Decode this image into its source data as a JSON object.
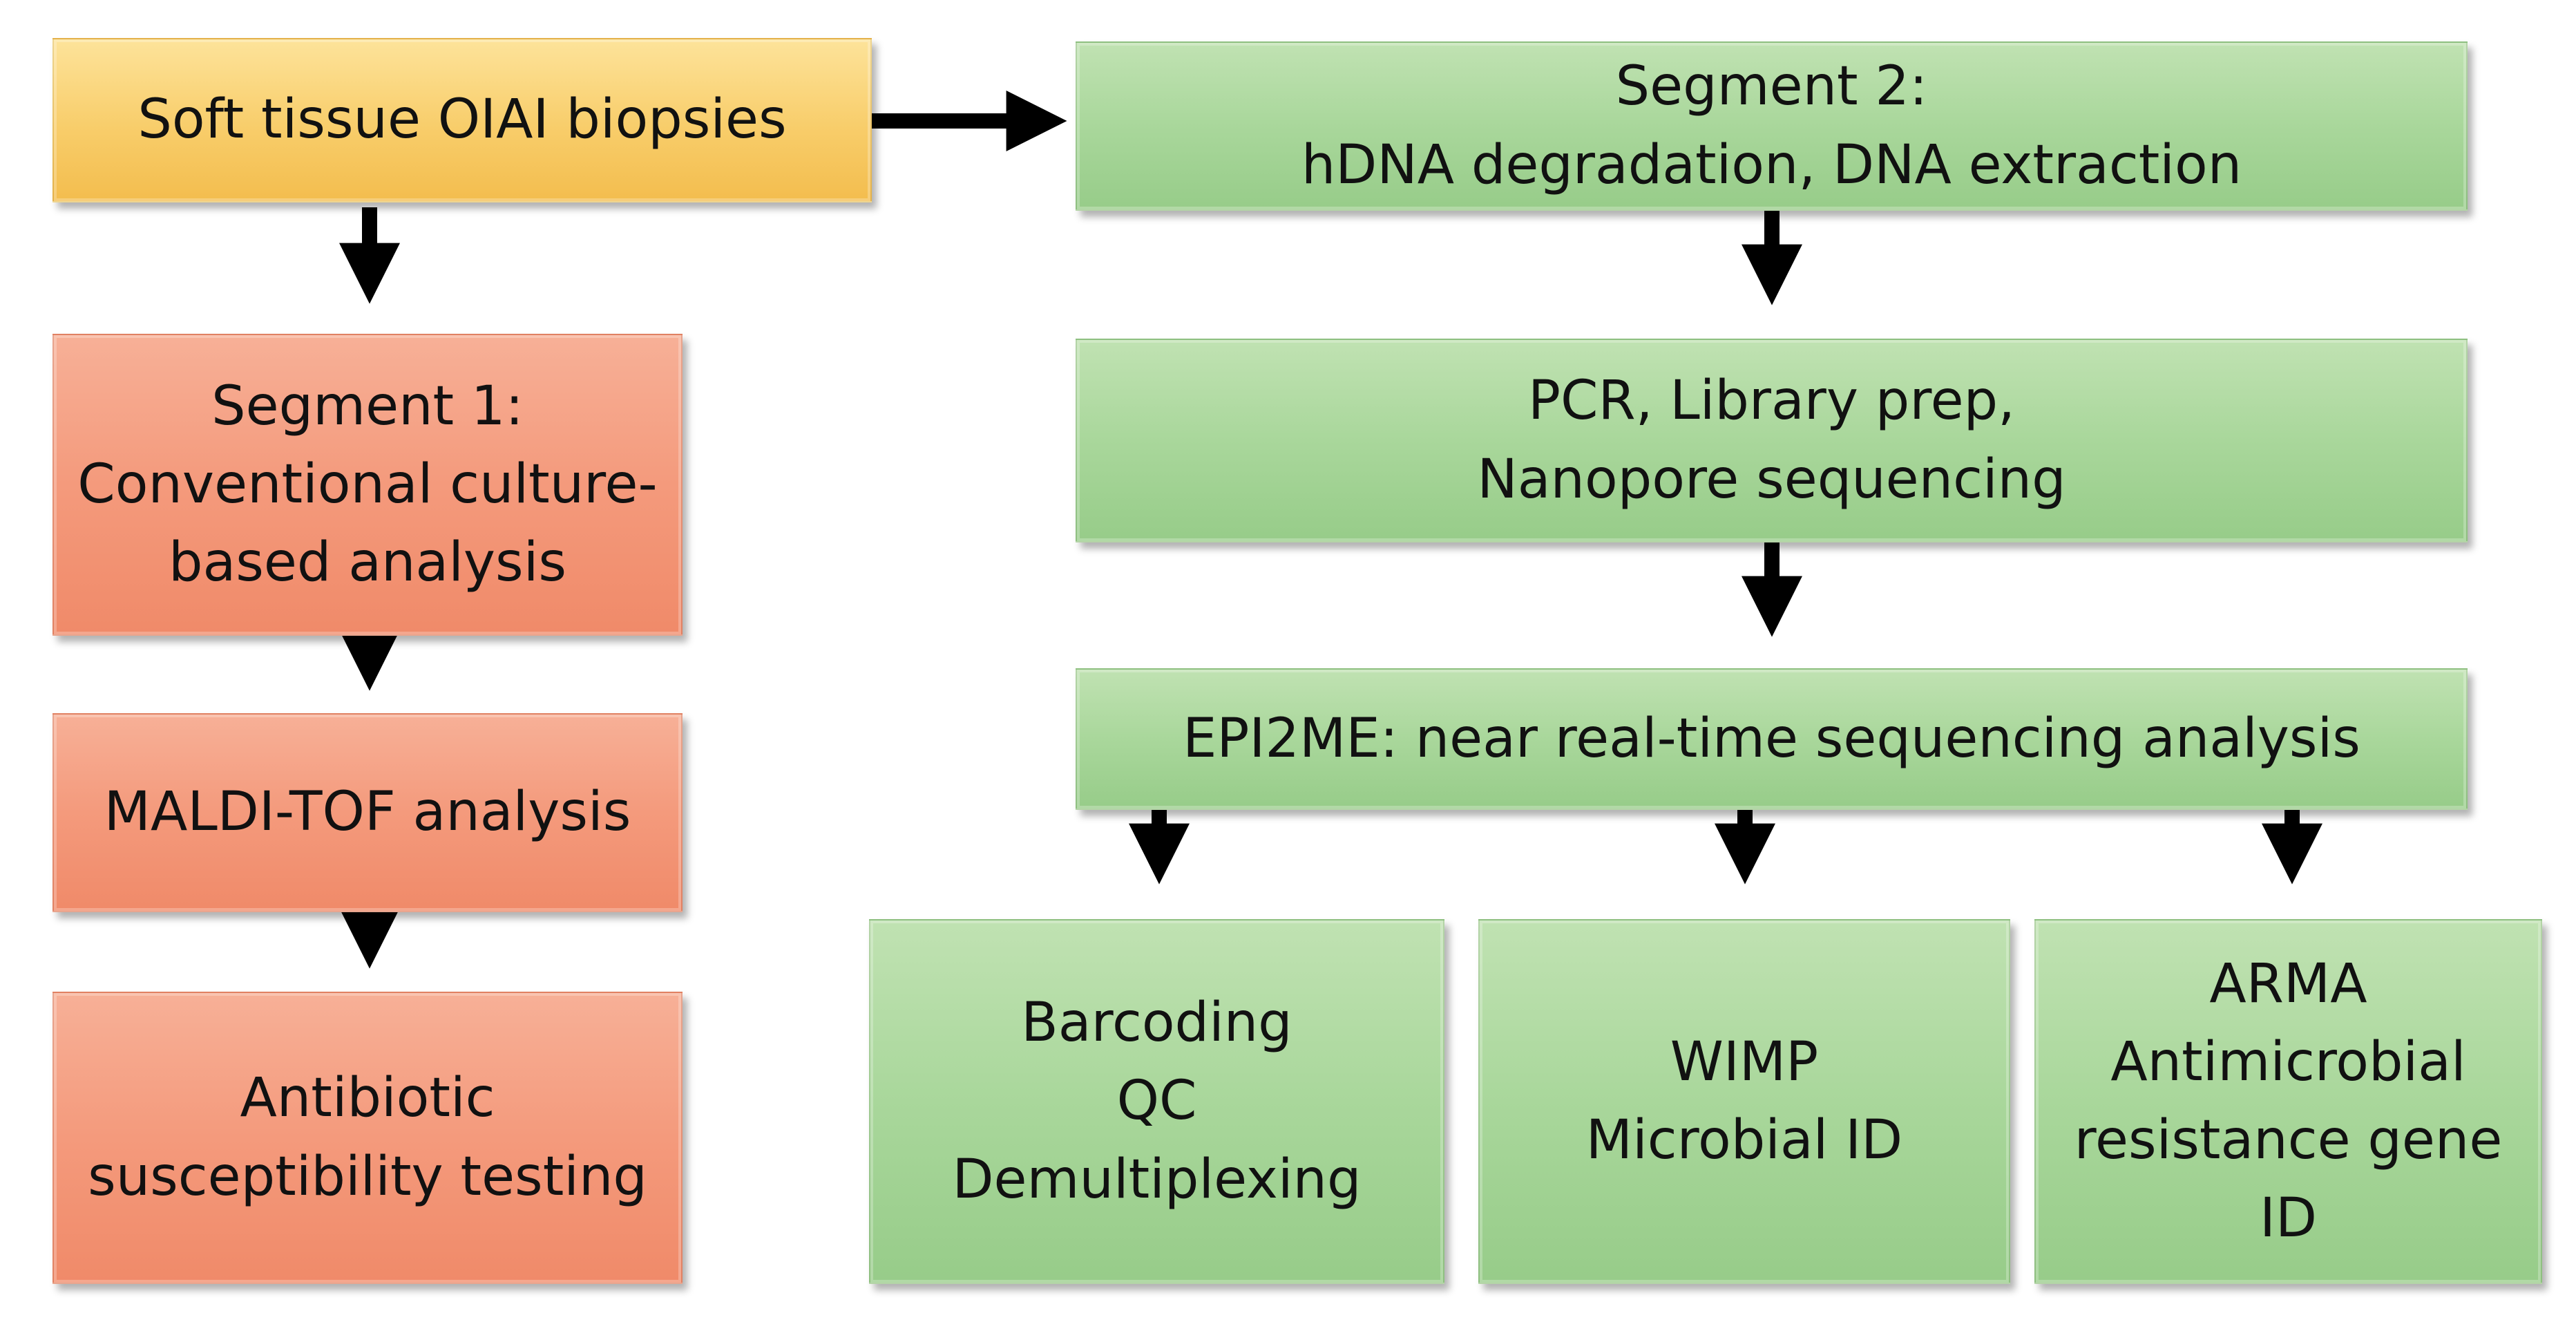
{
  "nodes": {
    "biopsies": "Soft tissue OIAI biopsies",
    "segment1": "Segment 1:\nConventional culture-\nbased analysis",
    "maldi": "MALDI-TOF analysis",
    "antibiotic": "Antibiotic\nsusceptibility testing",
    "segment2": "Segment 2:\nhDNA degradation, DNA extraction",
    "pcr": "PCR, Library prep,\nNanopore sequencing",
    "epi2me": "EPI2ME: near real-time sequencing analysis",
    "barcoding": "Barcoding\nQC\nDemultiplexing",
    "wimp": "WIMP\nMicrobial ID",
    "arma": "ARMA\nAntimicrobial\nresistance gene\nID"
  },
  "colors": {
    "yellow": "#f8cd6a",
    "salmon": "#f49a7c",
    "green": "#a9d79b",
    "arrow": "#000000"
  }
}
